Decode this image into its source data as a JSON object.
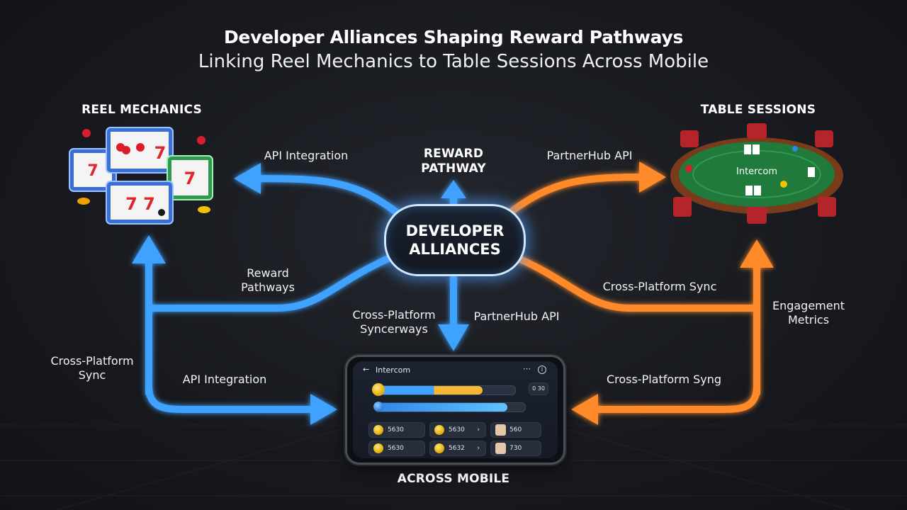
{
  "title": "Developer Alliances Shaping Reward Pathways",
  "subtitle": "Linking Reel Mechanics to Table Sessions Across Mobile",
  "colors": {
    "blue": "#3fa2ff",
    "orange": "#ff8a2b",
    "background": "#17191e"
  },
  "nodes": {
    "reel": {
      "heading": "REEL MECHANICS"
    },
    "table": {
      "heading": "TABLE SESSIONS",
      "table_text": "Intercom"
    },
    "hub": {
      "label_line1": "DEVELOPER",
      "label_line2": "ALLIANCES"
    },
    "reward": {
      "label_line1": "REWARD",
      "label_line2": "PATHWAY"
    },
    "mobile": {
      "heading": "ACROSS MOBILE"
    }
  },
  "edge_labels": {
    "api_top": "API Integration",
    "partnerhub_top": "PartnerHub API",
    "reward_pathways_1": "Reward",
    "reward_pathways_2": "Pathways",
    "cross_sync_right": "Cross-Platform Sync",
    "cross_syncerways_1": "Cross-Platform",
    "cross_syncerways_2": "Syncerways",
    "partnerhub_center": "PartnerHub API",
    "engagement_1": "Engagement",
    "engagement_2": "Metrics",
    "cross_sync_left_1": "Cross-Platform",
    "cross_sync_left_2": "Sync",
    "api_bottom": "API Integration",
    "cross_syng_bottom": "Cross-Platform Syng"
  },
  "phone": {
    "app_title": "Intercom",
    "back_icon": "arrow-left-icon",
    "menu_icon": "more-dots-icon",
    "info_icon": "info-icon",
    "progress_1": 0.77,
    "progress_2": 0.88,
    "progress_1_value": "0 30",
    "stats": [
      {
        "icon": "coin-icon",
        "value": "5630"
      },
      {
        "icon": "coin-icon",
        "value": "5630"
      },
      {
        "icon": "avatar-icon",
        "value": "560"
      },
      {
        "icon": "coin-icon",
        "value": "5630"
      },
      {
        "icon": "coin-icon",
        "value": "5632"
      },
      {
        "icon": "avatar-icon",
        "value": "730"
      }
    ]
  }
}
